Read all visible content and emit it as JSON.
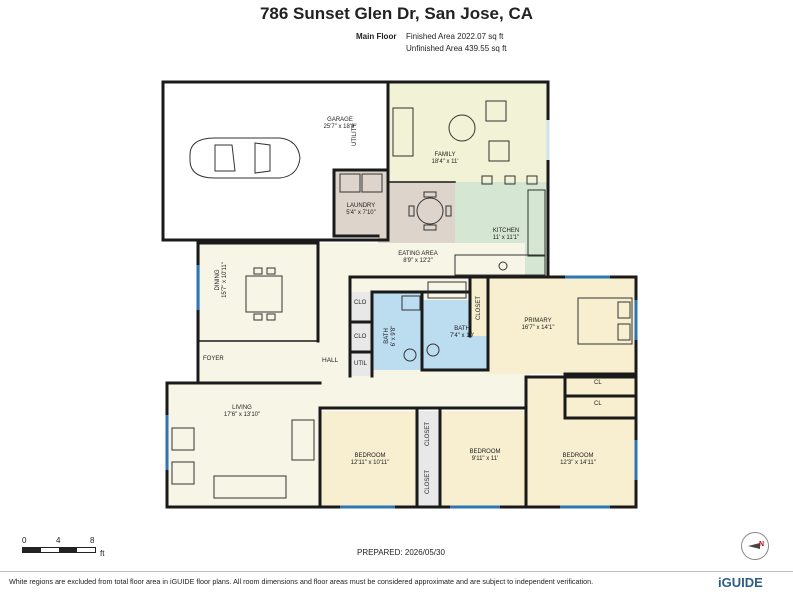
{
  "title": "786 Sunset Glen Dr, San Jose, CA",
  "floor": {
    "label": "Main Floor",
    "finished": "Finished Area 2022.07 sq ft",
    "unfinished": "Unfinished Area 439.55 sq ft"
  },
  "rooms": {
    "garage": {
      "name": "GARAGE",
      "dims": "25'7\" x 18'8\""
    },
    "family": {
      "name": "FAMILY",
      "dims": "18'4\" x 11'"
    },
    "laundry": {
      "name": "LAUNDRY",
      "dims": "5'4\" x 7'10\""
    },
    "utility_top": {
      "name": "UTILITY"
    },
    "kitchen": {
      "name": "KITCHEN",
      "dims": "11' x 11'1\""
    },
    "eating": {
      "name": "EATING AREA",
      "dims": "8'9\" x 12'2\""
    },
    "dining": {
      "name": "DINING",
      "dims": "15'7\" x 10'11\""
    },
    "foyer": {
      "name": "FOYER"
    },
    "hall": {
      "name": "HALL"
    },
    "clo1": {
      "name": "CLO"
    },
    "clo2": {
      "name": "CLO"
    },
    "util": {
      "name": "UTIL"
    },
    "bath1": {
      "name": "BATH",
      "dims": "6' x 9'8\""
    },
    "bath2": {
      "name": "BATH",
      "dims": "7'4\" x 10'"
    },
    "closet_primary": {
      "name": "CLOSET"
    },
    "primary": {
      "name": "PRIMARY",
      "dims": "16'7\" x 14'1\""
    },
    "cl1": {
      "name": "CL"
    },
    "cl2": {
      "name": "CL"
    },
    "living": {
      "name": "LIVING",
      "dims": "17'6\" x 13'10\""
    },
    "bedroom1": {
      "name": "BEDROOM",
      "dims": "12'11\" x 10'11\""
    },
    "bedroom2": {
      "name": "BEDROOM",
      "dims": "9'11\" x 11'"
    },
    "bedroom3": {
      "name": "BEDROOM",
      "dims": "12'3\" x 14'11\""
    },
    "closet_b1": {
      "name": "CLOSET"
    },
    "closet_b2": {
      "name": "CLOSET"
    }
  },
  "scale": {
    "ticks": [
      "0",
      "4",
      "8"
    ],
    "unit": "ft"
  },
  "compass_label": "N",
  "prepared": "PREPARED: 2026/05/30",
  "disclaimer": "White regions are excluded from total floor area in iGUIDE floor plans. All room dimensions and floor areas must be considered approximate and are subject to independent verification.",
  "brand": {
    "logo": "iGUIDE"
  },
  "colors": {
    "wall": "#1a1a1a",
    "window": "#2e75b6",
    "family": "#f2f2d6",
    "laundry": "#ddd5cb",
    "kitchen": "#d5e6d2",
    "dining": "#ddd5cb",
    "hall": "#f7f5e6",
    "bath": "#bcdcf0",
    "primary": "#f7efcf",
    "living": "#f7f5e6",
    "bedroom": "#f7efcf",
    "closet": "#e8e8e8"
  }
}
